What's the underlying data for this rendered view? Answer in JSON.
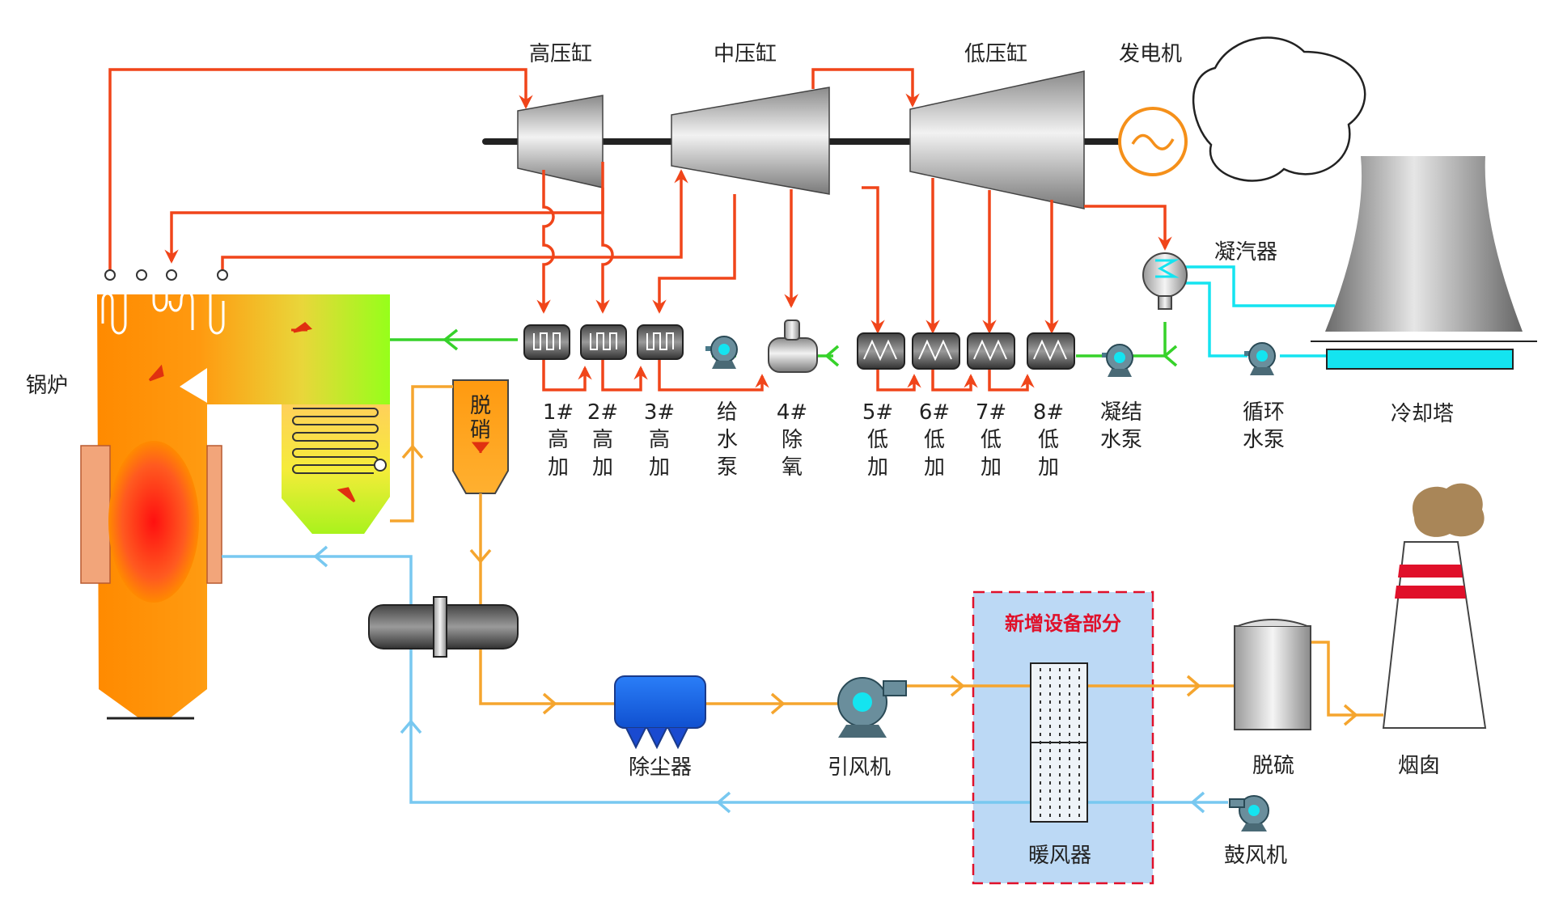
{
  "labels": {
    "hp_turbine": "高压缸",
    "ip_turbine": "中压缸",
    "lp_turbine": "低压缸",
    "generator": "发电机",
    "condenser": "凝汽器",
    "boiler": "锅炉",
    "denox": [
      "脱",
      "硝"
    ],
    "heater1": [
      "1#",
      "高",
      "加"
    ],
    "heater2": [
      "2#",
      "高",
      "加"
    ],
    "heater3": [
      "3#",
      "高",
      "加"
    ],
    "feed_pump": [
      "给",
      "水",
      "泵"
    ],
    "deaerator": [
      "4#",
      "除",
      "氧"
    ],
    "heater5": [
      "5#",
      "低",
      "加"
    ],
    "heater6": [
      "6#",
      "低",
      "加"
    ],
    "heater7": [
      "7#",
      "低",
      "加"
    ],
    "heater8": [
      "8#",
      "低",
      "加"
    ],
    "condensate_pump": [
      "凝结",
      "水泵"
    ],
    "circ_pump": [
      "循环",
      "水泵"
    ],
    "cooling_tower": "冷却塔",
    "new_section": "新增设备部分",
    "air_heater": "暖风器",
    "dust_collector": "除尘器",
    "id_fan": "引风机",
    "fgd": "脱硫",
    "chimney": "烟囱",
    "fd_fan": "鼓风机"
  },
  "icons": [
    "generator-symbol-icon",
    "pump-icon",
    "fan-icon",
    "heat-exchanger-icon",
    "flow-arrow-icon",
    "cooling-tower-icon",
    "chimney-icon",
    "rotary-air-preheater-icon"
  ],
  "colors": {
    "steam": "#f0451a",
    "feed_water": "#36d22a",
    "cooling_water": "#14e4f0",
    "flue_gas": "#f5a52e",
    "air": "#78c8f0",
    "highlight_box": "#bcd9f5",
    "highlight_border": "#e0102a"
  }
}
